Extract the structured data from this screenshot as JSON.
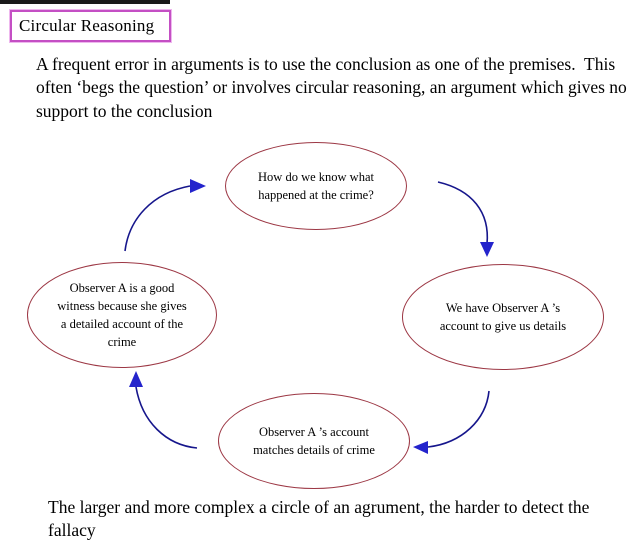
{
  "slide": {
    "title": "Circular Reasoning",
    "intro_text": "A frequent error in arguments is to use the conclusion as one of the premises.  This often ‘begs the question’ or involves circular reasoning, an argument which gives no support to the conclusion",
    "footer_text": "The larger and more complex a circle of an agrument, the harder to detect the fallacy"
  },
  "colors": {
    "title_border": "#c44fc4",
    "ellipse_stroke": "#9c3744",
    "arrow_stroke": "#16168c",
    "arrowhead_fill": "#2424cc",
    "top_bar": "#1a1a1a"
  },
  "diagram": {
    "flow_direction": "clockwise",
    "nodes": [
      {
        "id": "top",
        "lines": [
          "How do we know what",
          "happened at the crime?"
        ]
      },
      {
        "id": "right",
        "lines": [
          "We have Observer A ’s",
          "account to give us details"
        ]
      },
      {
        "id": "bottom",
        "lines": [
          "Observer A ’s account",
          "matches details of crime"
        ]
      },
      {
        "id": "left",
        "lines": [
          "Observer A is a good",
          "witness because she gives",
          "a detailed account of the crime"
        ]
      }
    ]
  }
}
